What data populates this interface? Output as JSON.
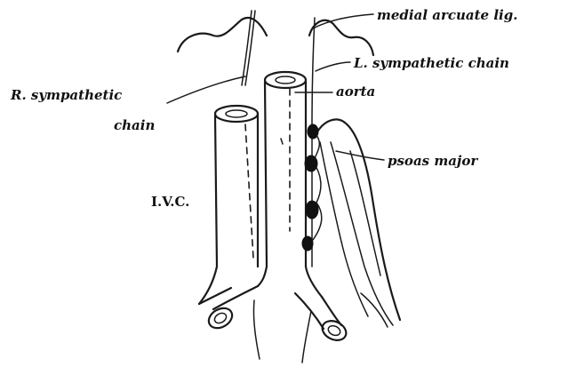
{
  "labels": {
    "medial_arcuate": "medial arcuate lig.",
    "left_sympathetic": "L. sympathetic chain",
    "right_sympathetic_line1": "R. sympathetic",
    "right_sympathetic_line2": "chain",
    "aorta": "aorta",
    "psoas": "psoas major",
    "ivc": "I.V.C."
  }
}
